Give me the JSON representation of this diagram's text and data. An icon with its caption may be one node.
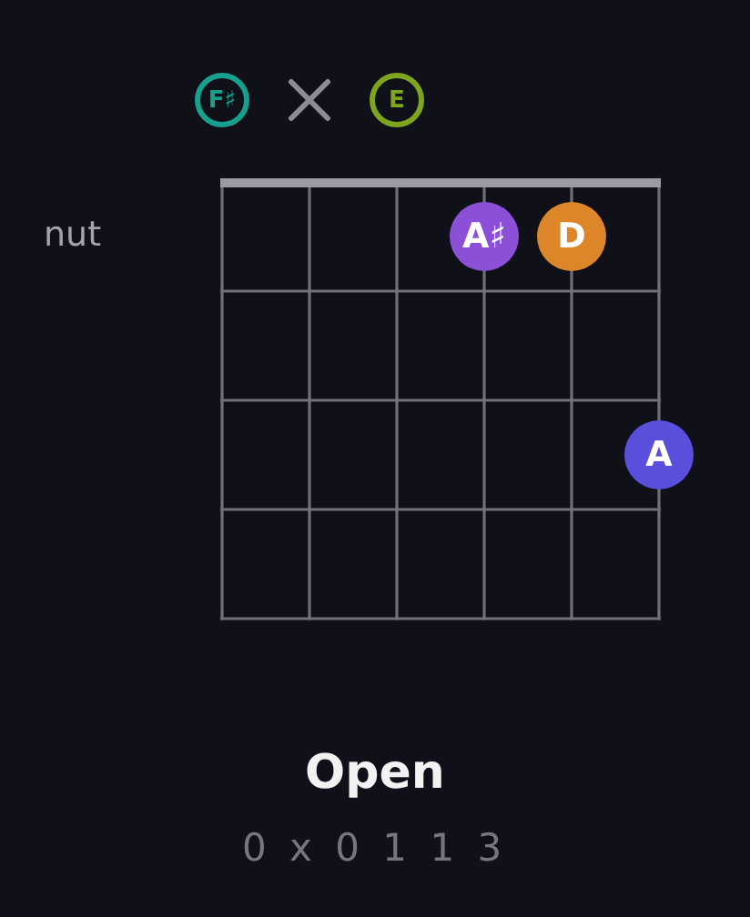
{
  "diagram": {
    "title": "Open",
    "nodes": [
      {
        "text": [
          "F♯"
        ]
      },
      {
        "text": [
          "E"
        ]
      },
      {
        "text": [
          "A♯"
        ]
      },
      {
        "text": [
          "D"
        ]
      },
      {
        "text": [
          "A"
        ]
      }
    ],
    "labels": [
      "nut",
      "0 x 0 1 1 3"
    ]
  }
}
